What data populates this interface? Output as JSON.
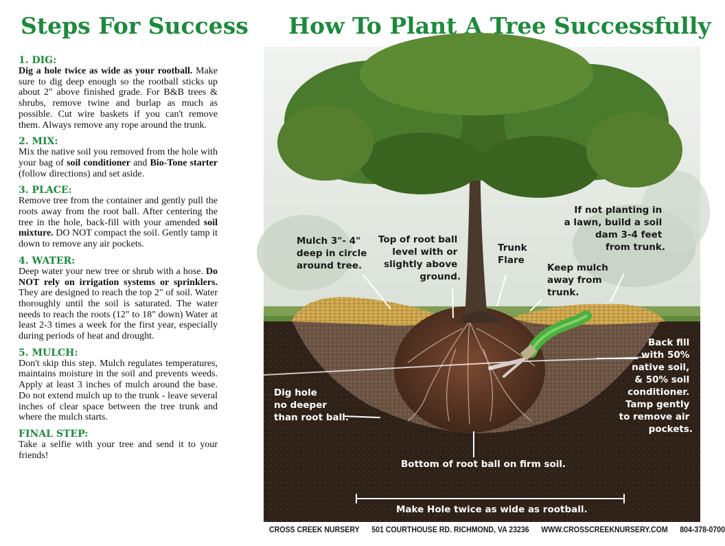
{
  "left_title": "Steps For Success",
  "main_title": "How To Plant A Tree Successfully",
  "steps": [
    {
      "heading": "1. DIG:",
      "body_html": "<b>Dig a hole twice as wide as your rootball.</b> Make sure to dig deep enough so the rootball sticks up about 2\" above finished grade. For B&amp;B trees &amp; shrubs, remove twine and burlap as much as possible. Cut wire baskets if you can't remove them. Always remove any rope around the trunk."
    },
    {
      "heading": "2. MIX:",
      "body_html": "Mix the native soil you removed from the hole with your bag of <b>soil conditioner</b> and <b>Bio-Tone starter</b> (follow directions) and set aside."
    },
    {
      "heading": "3. PLACE:",
      "body_html": "Remove tree from the container and gently pull the roots away from the root ball. After centering the tree in the hole, back-fill with your amended <b>soil mixture.</b> DO NOT compact the soil. Gently tamp it down to remove any air pockets."
    },
    {
      "heading": "4. WATER:",
      "body_html": "Deep water your new tree or shrub with a hose. <b>Do NOT rely on irrigation systems or sprinklers.</b> They are designed to reach the top 2\" of soil. Water thoroughly until the soil is saturated. The water needs to reach the roots (12\" to 18\" down) Water at least 2-3 times a week for the first year, especially during periods of heat and drought."
    },
    {
      "heading": "5. MULCH:",
      "body_html": "Don't skip this step. Mulch regulates temperatures, maintains moisture in the soil and prevents weeds. Apply at least 3 inches of mulch around the base. Do not extend mulch up to the trunk - leave several inches of clear space between the tree trunk and where the mulch starts."
    },
    {
      "heading": "FINAL STEP:",
      "body_html": "Take a selfie with your tree and send it to your friends!"
    }
  ],
  "labels": {
    "mulch": [
      "Mulch 3\"- 4\"",
      "deep in circle",
      "around tree."
    ],
    "top_root": [
      "Top of root ball",
      "level with or",
      "slightly above",
      "ground."
    ],
    "flare": [
      "Trunk",
      "Flare"
    ],
    "keep_mulch": [
      "Keep mulch",
      "away from",
      "trunk."
    ],
    "lawn": [
      "If not planting in",
      "a lawn, build a soil",
      "dam 3-4 feet",
      "from trunk."
    ],
    "backfill": [
      "Back fill",
      "with 50%",
      "native soil,",
      "& 50% soil",
      "conditioner.",
      "Tamp gently",
      "to remove air",
      "pockets."
    ],
    "dig_hole": [
      "Dig hole",
      "no deeper",
      "than root ball."
    ],
    "bottom": "Bottom of root ball on firm soil.",
    "width": "Make Hole twice as wide as rootball."
  },
  "footer": {
    "name": "CROSS CREEK NURSERY",
    "address": "501 COURTHOUSE RD. RICHMOND, VA 23236",
    "website": "WWW.CROSSCREEKNURSERY.COM",
    "phone": "804-378-0700"
  },
  "colors": {
    "accent_green": "#1c8a3c",
    "soil_dark": "#2e2118",
    "sky": "#e6ebe7",
    "mulch": "#c9a24a",
    "hose": "#4caf3e"
  }
}
